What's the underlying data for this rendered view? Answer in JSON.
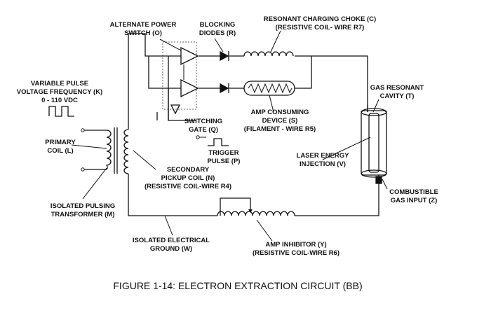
{
  "figure": {
    "caption": "FIGURE 1-14: ELECTRON EXTRACTION CIRCUIT (BB)"
  },
  "labels": {
    "alternate_power_switch": [
      "ALTERNATE POWER",
      "SWITCH (O)"
    ],
    "blocking_diodes": [
      "BLOCKING",
      "DIODES (R)"
    ],
    "resonant_charging_choke": [
      "RESONANT CHARGING CHOKE (C)",
      "(RESISTIVE COIL- WIRE R7)"
    ],
    "variable_pulse": [
      "VARIABLE PULSE",
      "VOLTAGE FREQUENCY (K)",
      "0 - 110 VDC"
    ],
    "gas_resonant_cavity": [
      "GAS RESONANT",
      "CAVITY (T)"
    ],
    "amp_consuming_device": [
      "AMP CONSUMING",
      "DEVICE (S)",
      "(FILAMENT - WIRE R5)"
    ],
    "switching_gate": [
      "SWITCHING",
      "GATE (Q)"
    ],
    "primary_coil": [
      "PRIMARY",
      "COIL (L)"
    ],
    "trigger_pulse": [
      "TRIGGER",
      "PULSE (P)"
    ],
    "laser_energy_injection": [
      "LASER ENERGY",
      "INJECTION (V)"
    ],
    "secondary_pickup_coil": [
      "SECONDARY",
      "PICKUP COIL (N)",
      "(RESISTIVE COIL-WIRE  R4)"
    ],
    "combustible_gas_input": [
      "COMBUSTIBLE",
      "GAS INPUT (Z)"
    ],
    "isolated_pulsing_transformer": [
      "ISOLATED PULSING",
      "TRANSFORMER (M)"
    ],
    "isolated_electrical_ground": [
      "ISOLATED ELECTRICAL",
      "GROUND (W)"
    ],
    "amp_inhibitor": [
      "AMP INHIBITOR (Y)",
      "(RESISTIVE COIL-WIRE R6)"
    ]
  }
}
